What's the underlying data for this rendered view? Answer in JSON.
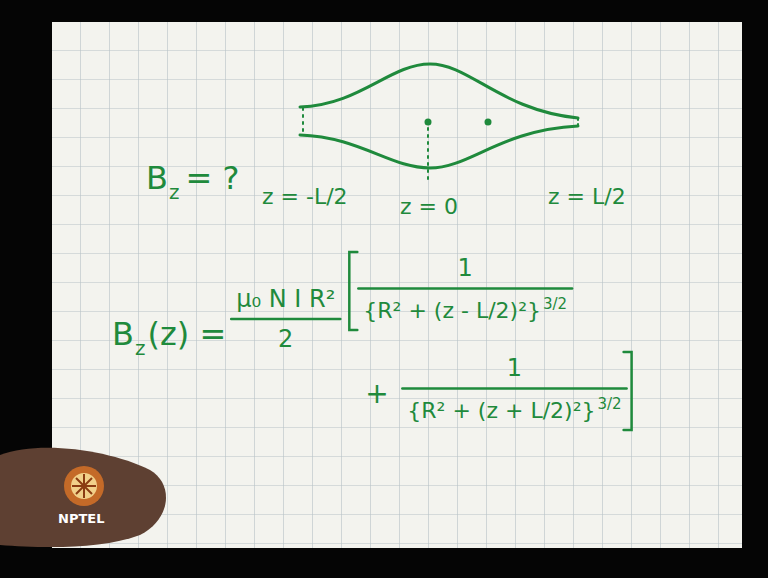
{
  "diagram": {
    "labels": [
      "B",
      "z",
      "= ?",
      "z = -L/2",
      "z = 0",
      "z = L/2",
      "B",
      "z",
      "(z) =",
      "μ₀ N I R²",
      "2",
      "1",
      "{R² + (z - L/2)²}",
      "3/2",
      "+",
      "1",
      "{R² + (z + L/2)²}",
      "3/2",
      "NPTEL"
    ]
  }
}
